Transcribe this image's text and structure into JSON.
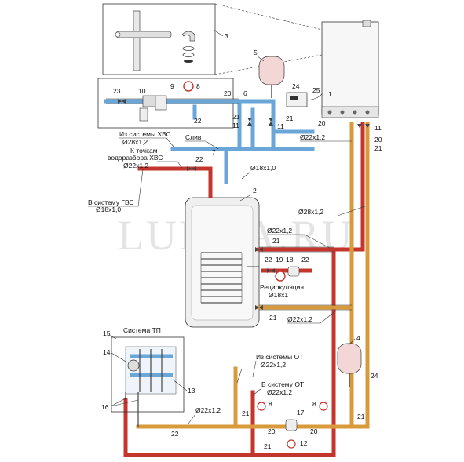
{
  "watermark": "LUNDA.RU",
  "numbers": {
    "n1": "1",
    "n2": "2",
    "n3": "3",
    "n4": "4",
    "n5": "5",
    "n6": "6",
    "n7": "7",
    "n8a": "8",
    "n8b": "8",
    "n8c": "8",
    "n9": "9",
    "n10": "10",
    "n11a": "11",
    "n11b": "11",
    "n11c": "11",
    "n12": "12",
    "n13": "13",
    "n14": "14",
    "n15": "15",
    "n16": "16",
    "n17": "17",
    "n18": "18",
    "n19": "19",
    "n20a": "20",
    "n20b": "20",
    "n20c": "20",
    "n20d": "20",
    "n20e": "20",
    "n21a": "21",
    "n21b": "21",
    "n21c": "21",
    "n21d": "21",
    "n21e": "21",
    "n21f": "21",
    "n21g": "21",
    "n21h": "21",
    "n22a": "22",
    "n22b": "22",
    "n22c": "22",
    "n22d": "22",
    "n22e": "22",
    "n23": "23",
    "n24a": "24",
    "n24b": "24",
    "n25": "25"
  },
  "labels": {
    "cold_from": "Из системы ХВС",
    "cold_from_size": "Ø28x1,2",
    "drain": "Слив",
    "to_points_1": "К точкам",
    "to_points_2": "водоразбора ХВС",
    "to_points_size": "Ø22x1,2",
    "size_18": "Ø18x1,0",
    "size_22_top": "Ø22x1,2",
    "hot_to_1": "В систему ГВС",
    "hot_to_2": "Ø18x1,0",
    "size_28_mid": "Ø28x1,2",
    "size_22_coil_top": "Ø22x1,2",
    "recirc": "Рециркуляция",
    "recirc_size": "Ø18x1",
    "size_22_coil_bot": "Ø22x1,2",
    "floor_system": "Система ТП",
    "heat_from": "Из системы ОТ",
    "heat_from_size": "Ø22x1,2",
    "heat_to": "В систему ОТ",
    "heat_to_size": "Ø22x1,2",
    "size_22_bottom": "Ø22x1,2"
  }
}
